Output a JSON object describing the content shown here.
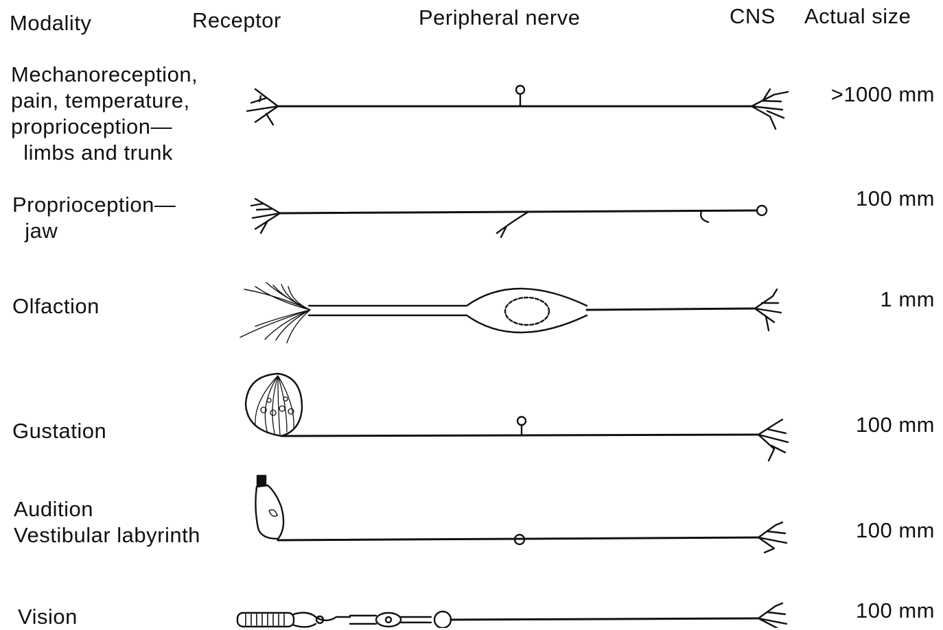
{
  "headers": {
    "modality": "Modality",
    "receptor": "Receptor",
    "peripheral_nerve": "Peripheral nerve",
    "cns": "CNS",
    "actual_size": "Actual size"
  },
  "rows": [
    {
      "modality": "Mechanoreception,\npain, temperature,\nproprioception—\n  limbs and trunk",
      "size": ">1000 mm"
    },
    {
      "modality": "Proprioception—\n  jaw",
      "size": "100 mm"
    },
    {
      "modality": "Olfaction",
      "size": "1 mm"
    },
    {
      "modality": "Gustation",
      "size": "100 mm"
    },
    {
      "modality": "Audition\nVestibular labyrinth",
      "size": "100 mm"
    },
    {
      "modality": "Vision",
      "size": "100 mm"
    }
  ]
}
